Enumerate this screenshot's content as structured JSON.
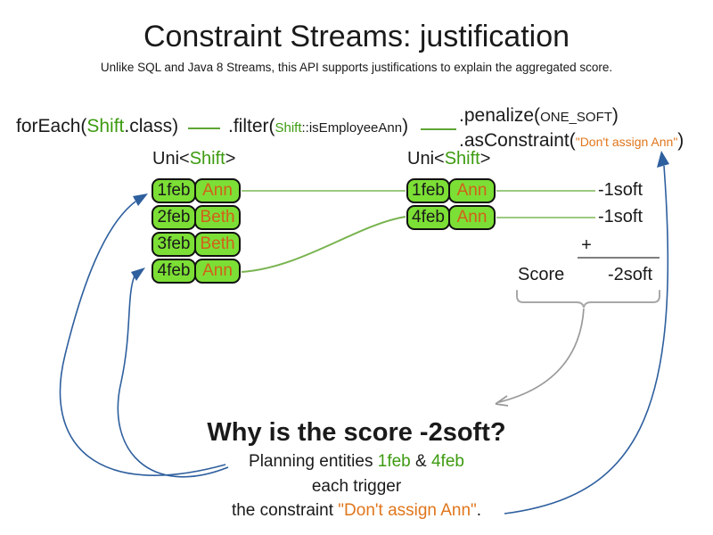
{
  "title": "Constraint Streams: justification",
  "subtitle": "Unlike SQL and Java 8 Streams, this API supports justifications to explain the aggregated score.",
  "code": {
    "foreach_prefix": "forEach(",
    "foreach_class": "Shift",
    "foreach_suffix": ".class)",
    "filter_prefix": ".filter(",
    "filter_class": "Shift",
    "filter_method": "::isEmployeeAnn",
    "filter_suffix": ")",
    "penalize_prefix": ".penalize(",
    "penalize_arg": "ONE_SOFT",
    "penalize_suffix": ")",
    "asconstraint_prefix": ".asConstraint(",
    "asconstraint_arg": "\"Don't assign Ann\"",
    "asconstraint_suffix": ")"
  },
  "left_table": {
    "type_prefix": "Uni<",
    "type_class": "Shift",
    "type_suffix": ">",
    "rows": [
      {
        "date": "1feb",
        "name": "Ann"
      },
      {
        "date": "2feb",
        "name": "Beth"
      },
      {
        "date": "3feb",
        "name": "Beth"
      },
      {
        "date": "4feb",
        "name": "Ann"
      }
    ]
  },
  "right_table": {
    "type_prefix": "Uni<",
    "type_class": "Shift",
    "type_suffix": ">",
    "rows": [
      {
        "date": "1feb",
        "name": "Ann"
      },
      {
        "date": "4feb",
        "name": "Ann"
      }
    ]
  },
  "score_panel": {
    "penalties": [
      "-1soft",
      "-1soft"
    ],
    "plus": "+",
    "score_label": "Score",
    "score_value": "-2soft"
  },
  "explanation": {
    "heading": "Why is the score -2soft?",
    "line1_prefix": "Planning entities ",
    "line1_entity1": "1feb",
    "line1_amp": " & ",
    "line1_entity2": "4feb",
    "line2": "each trigger",
    "line3_prefix": "the constraint ",
    "line3_constraint": "\"Don't assign Ann\"",
    "line3_suffix": "."
  },
  "colors": {
    "green_text": "#3d9b10",
    "box_green_fill": "#7cdf35",
    "orange_name_text": "#d2601a",
    "orange_constraint_text": "#e0761c",
    "blue_arrow": "#2e5f9e",
    "connector_green": "#9cca80",
    "code_dash_green": "#5ea636",
    "sum_line_gray": "#7f7f7f"
  }
}
